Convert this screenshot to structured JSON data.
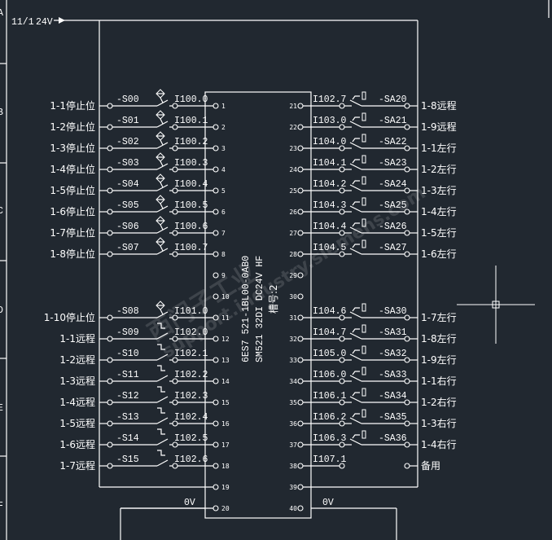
{
  "supply": {
    "ref": "11/1",
    "voltage": "24V"
  },
  "zero_volt": "0V",
  "border_letters": [
    "A",
    "B",
    "C",
    "D",
    "E",
    "F"
  ],
  "module": {
    "order_no": "6ES7 521-1BL00-0AB0",
    "type": "SM521 32DI DC24V HF",
    "slot": "槽号:2"
  },
  "watermark": [
    "西门子工业",
    "support.industry.siemens.com"
  ],
  "left_rows": [
    {
      "pin": "1",
      "label": "1-1停止位",
      "tag": "-S00",
      "addr": "I100.0",
      "kind": "limit"
    },
    {
      "pin": "2",
      "label": "1-2停止位",
      "tag": "-S01",
      "addr": "I100.1",
      "kind": "limit"
    },
    {
      "pin": "3",
      "label": "1-3停止位",
      "tag": "-S02",
      "addr": "I100.2",
      "kind": "limit"
    },
    {
      "pin": "4",
      "label": "1-4停止位",
      "tag": "-S03",
      "addr": "I100.3",
      "kind": "limit"
    },
    {
      "pin": "5",
      "label": "1-5停止位",
      "tag": "-S04",
      "addr": "I100.4",
      "kind": "limit"
    },
    {
      "pin": "6",
      "label": "1-6停止位",
      "tag": "-S05",
      "addr": "I100.5",
      "kind": "limit"
    },
    {
      "pin": "7",
      "label": "1-7停止位",
      "tag": "-S06",
      "addr": "I100.6",
      "kind": "limit"
    },
    {
      "pin": "8",
      "label": "1-8停止位",
      "tag": "-S07",
      "addr": "I100.7",
      "kind": "limit"
    },
    {
      "pin": "9"
    },
    {
      "pin": "10"
    },
    {
      "pin": "11",
      "label": "1-10停止位",
      "tag": "-S08",
      "addr": "I101.0",
      "kind": "limit"
    },
    {
      "pin": "12",
      "label": "1-1远程",
      "tag": "-S09",
      "addr": "I102.0",
      "kind": "push"
    },
    {
      "pin": "13",
      "label": "1-2远程",
      "tag": "-S10",
      "addr": "I102.1",
      "kind": "push"
    },
    {
      "pin": "14",
      "label": "1-3远程",
      "tag": "-S11",
      "addr": "I102.2",
      "kind": "push"
    },
    {
      "pin": "15",
      "label": "1-4远程",
      "tag": "-S12",
      "addr": "I102.3",
      "kind": "push"
    },
    {
      "pin": "16",
      "label": "1-5远程",
      "tag": "-S13",
      "addr": "I102.4",
      "kind": "push"
    },
    {
      "pin": "17",
      "label": "1-6远程",
      "tag": "-S14",
      "addr": "I102.5",
      "kind": "push"
    },
    {
      "pin": "18",
      "label": "1-7远程",
      "tag": "-S15",
      "addr": "I102.6",
      "kind": "push"
    },
    {
      "pin": "19",
      "kind": "bus"
    },
    {
      "pin": "20",
      "kind": "zero"
    }
  ],
  "right_rows": [
    {
      "pin": "21",
      "label": "1-8远程",
      "tag": "-SA20",
      "addr": "I102.7",
      "kind": "selector"
    },
    {
      "pin": "22",
      "label": "1-9远程",
      "tag": "-SA21",
      "addr": "I103.0",
      "kind": "selector"
    },
    {
      "pin": "23",
      "label": "1-1左行",
      "tag": "-SA22",
      "addr": "I104.0",
      "kind": "selector"
    },
    {
      "pin": "24",
      "label": "1-2左行",
      "tag": "-SA23",
      "addr": "I104.1",
      "kind": "selector"
    },
    {
      "pin": "25",
      "label": "1-3左行",
      "tag": "-SA24",
      "addr": "I104.2",
      "kind": "selector"
    },
    {
      "pin": "26",
      "label": "1-4左行",
      "tag": "-SA25",
      "addr": "I104.3",
      "kind": "selector"
    },
    {
      "pin": "27",
      "label": "1-5左行",
      "tag": "-SA26",
      "addr": "I104.4",
      "kind": "selector"
    },
    {
      "pin": "28",
      "label": "1-6左行",
      "tag": "-SA27",
      "addr": "I104.5",
      "kind": "selector"
    },
    {
      "pin": "29"
    },
    {
      "pin": "30"
    },
    {
      "pin": "31",
      "label": "1-7左行",
      "tag": "-SA30",
      "addr": "I104.6",
      "kind": "selector"
    },
    {
      "pin": "32",
      "label": "1-8左行",
      "tag": "-SA31",
      "addr": "I104.7",
      "kind": "selector"
    },
    {
      "pin": "33",
      "label": "1-9左行",
      "tag": "-SA32",
      "addr": "I105.0",
      "kind": "selector"
    },
    {
      "pin": "34",
      "label": "1-1右行",
      "tag": "-SA33",
      "addr": "I106.0",
      "kind": "selector"
    },
    {
      "pin": "35",
      "label": "1-2右行",
      "tag": "-SA34",
      "addr": "I106.1",
      "kind": "selector"
    },
    {
      "pin": "36",
      "label": "1-3右行",
      "tag": "-SA35",
      "addr": "I106.2",
      "kind": "selector"
    },
    {
      "pin": "37",
      "label": "1-4右行",
      "tag": "-SA36",
      "addr": "I106.3",
      "kind": "selector"
    },
    {
      "pin": "38",
      "label": "备用",
      "addr": "I107.1",
      "kind": "spare"
    },
    {
      "pin": "39",
      "kind": "bus"
    },
    {
      "pin": "40",
      "kind": "zero"
    }
  ]
}
